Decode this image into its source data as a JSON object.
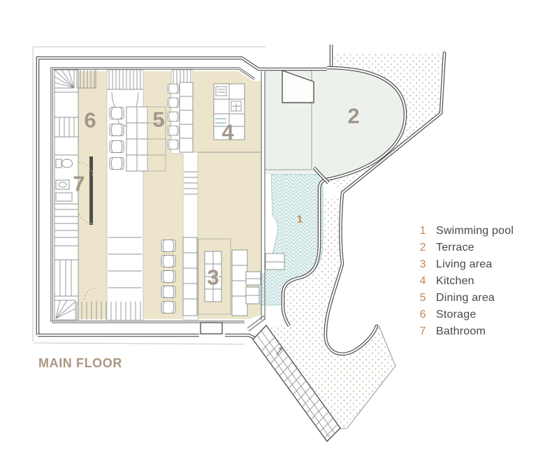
{
  "title": "MAIN FLOOR",
  "legend": {
    "items": [
      {
        "number": "1",
        "label": "Swimming pool"
      },
      {
        "number": "2",
        "label": "Terrace"
      },
      {
        "number": "3",
        "label": "Living area"
      },
      {
        "number": "4",
        "label": "Kitchen"
      },
      {
        "number": "5",
        "label": "Dining area"
      },
      {
        "number": "6",
        "label": "Storage"
      },
      {
        "number": "7",
        "label": "Bathroom"
      }
    ]
  },
  "plan": {
    "markers": [
      {
        "number": "1"
      },
      {
        "number": "2"
      },
      {
        "number": "3"
      },
      {
        "number": "4"
      },
      {
        "number": "5"
      },
      {
        "number": "6"
      },
      {
        "number": "7"
      }
    ]
  },
  "colors": {
    "accent_orange": "#c08355",
    "marker_gray": "#a2978a",
    "title_brown": "#ab9680",
    "legend_text": "#45484a",
    "wall_dark": "#4e4e4e",
    "floor_beige": "#ede5cb",
    "terrace_fill": "#edf1ec",
    "pool_fill": "#eaf5f3",
    "pool_hatch": "#afd3d4",
    "site_dots": "#d6ccc0"
  }
}
